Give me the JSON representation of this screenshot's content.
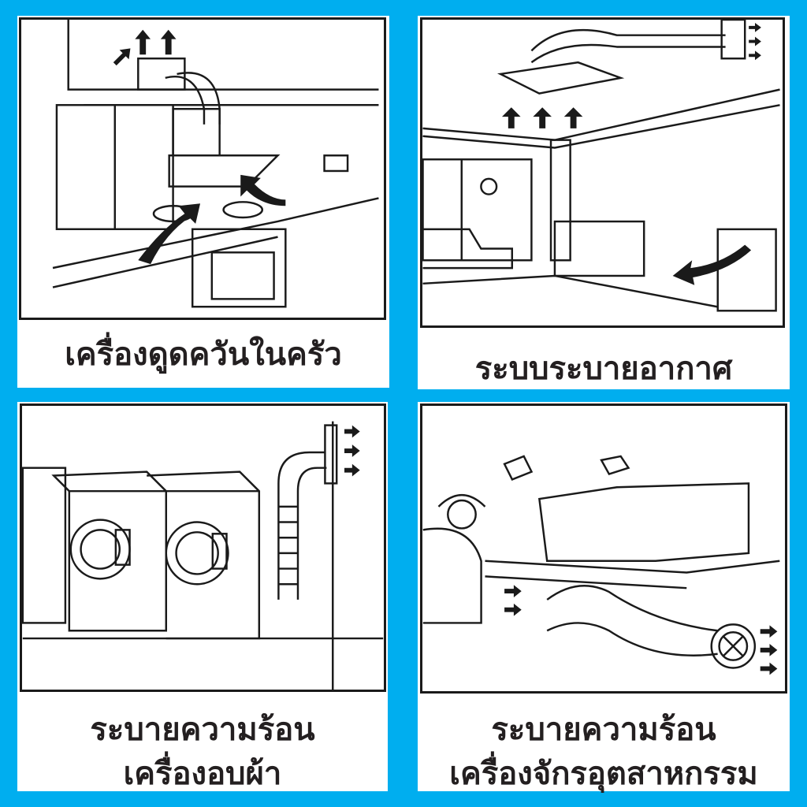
{
  "panels": [
    {
      "caption": [
        "เครื่องดูดควันในครัว"
      ],
      "illustration": "kitchen-hood"
    },
    {
      "caption": [
        "ระบบระบายอากาศ"
      ],
      "illustration": "room-ventilation"
    },
    {
      "caption": [
        "ระบายความร้อน",
        "เครื่องอบผ้า"
      ],
      "illustration": "laundry-dryers"
    },
    {
      "caption": [
        "ระบายความร้อน",
        "เครื่องจักรอุตสาหกรรม"
      ],
      "illustration": "industrial-machine"
    }
  ],
  "colors": {
    "background": "#00aeef",
    "card": "#ffffff",
    "ink": "#1a1a1a"
  }
}
